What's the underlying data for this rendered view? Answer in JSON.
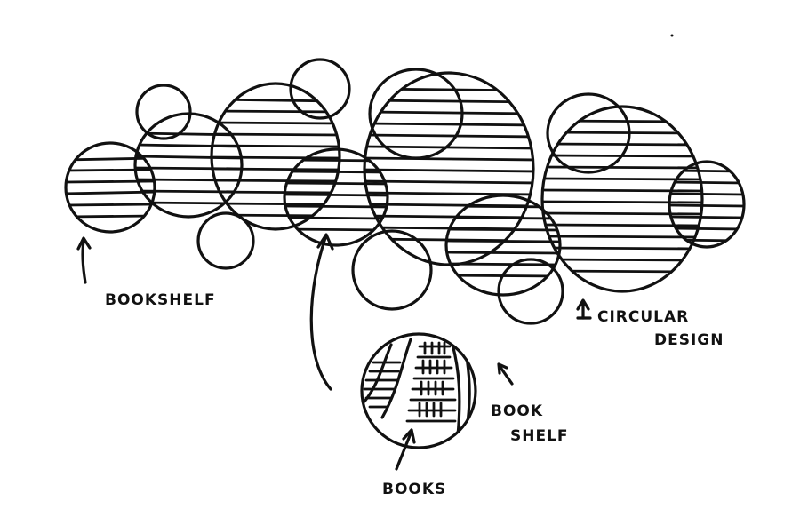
{
  "labels": {
    "bookshelf_left": "BOOKSHELF",
    "circular_line1": "CIRCULAR",
    "circular_line2": "DESIGN",
    "book_line1": "BOOK",
    "book_line2": "SHELF",
    "books": "BOOKS"
  },
  "icons": {
    "arrow": "hand-drawn-arrow"
  },
  "colors": {
    "ink": "#111111",
    "paper": "#ffffff"
  }
}
